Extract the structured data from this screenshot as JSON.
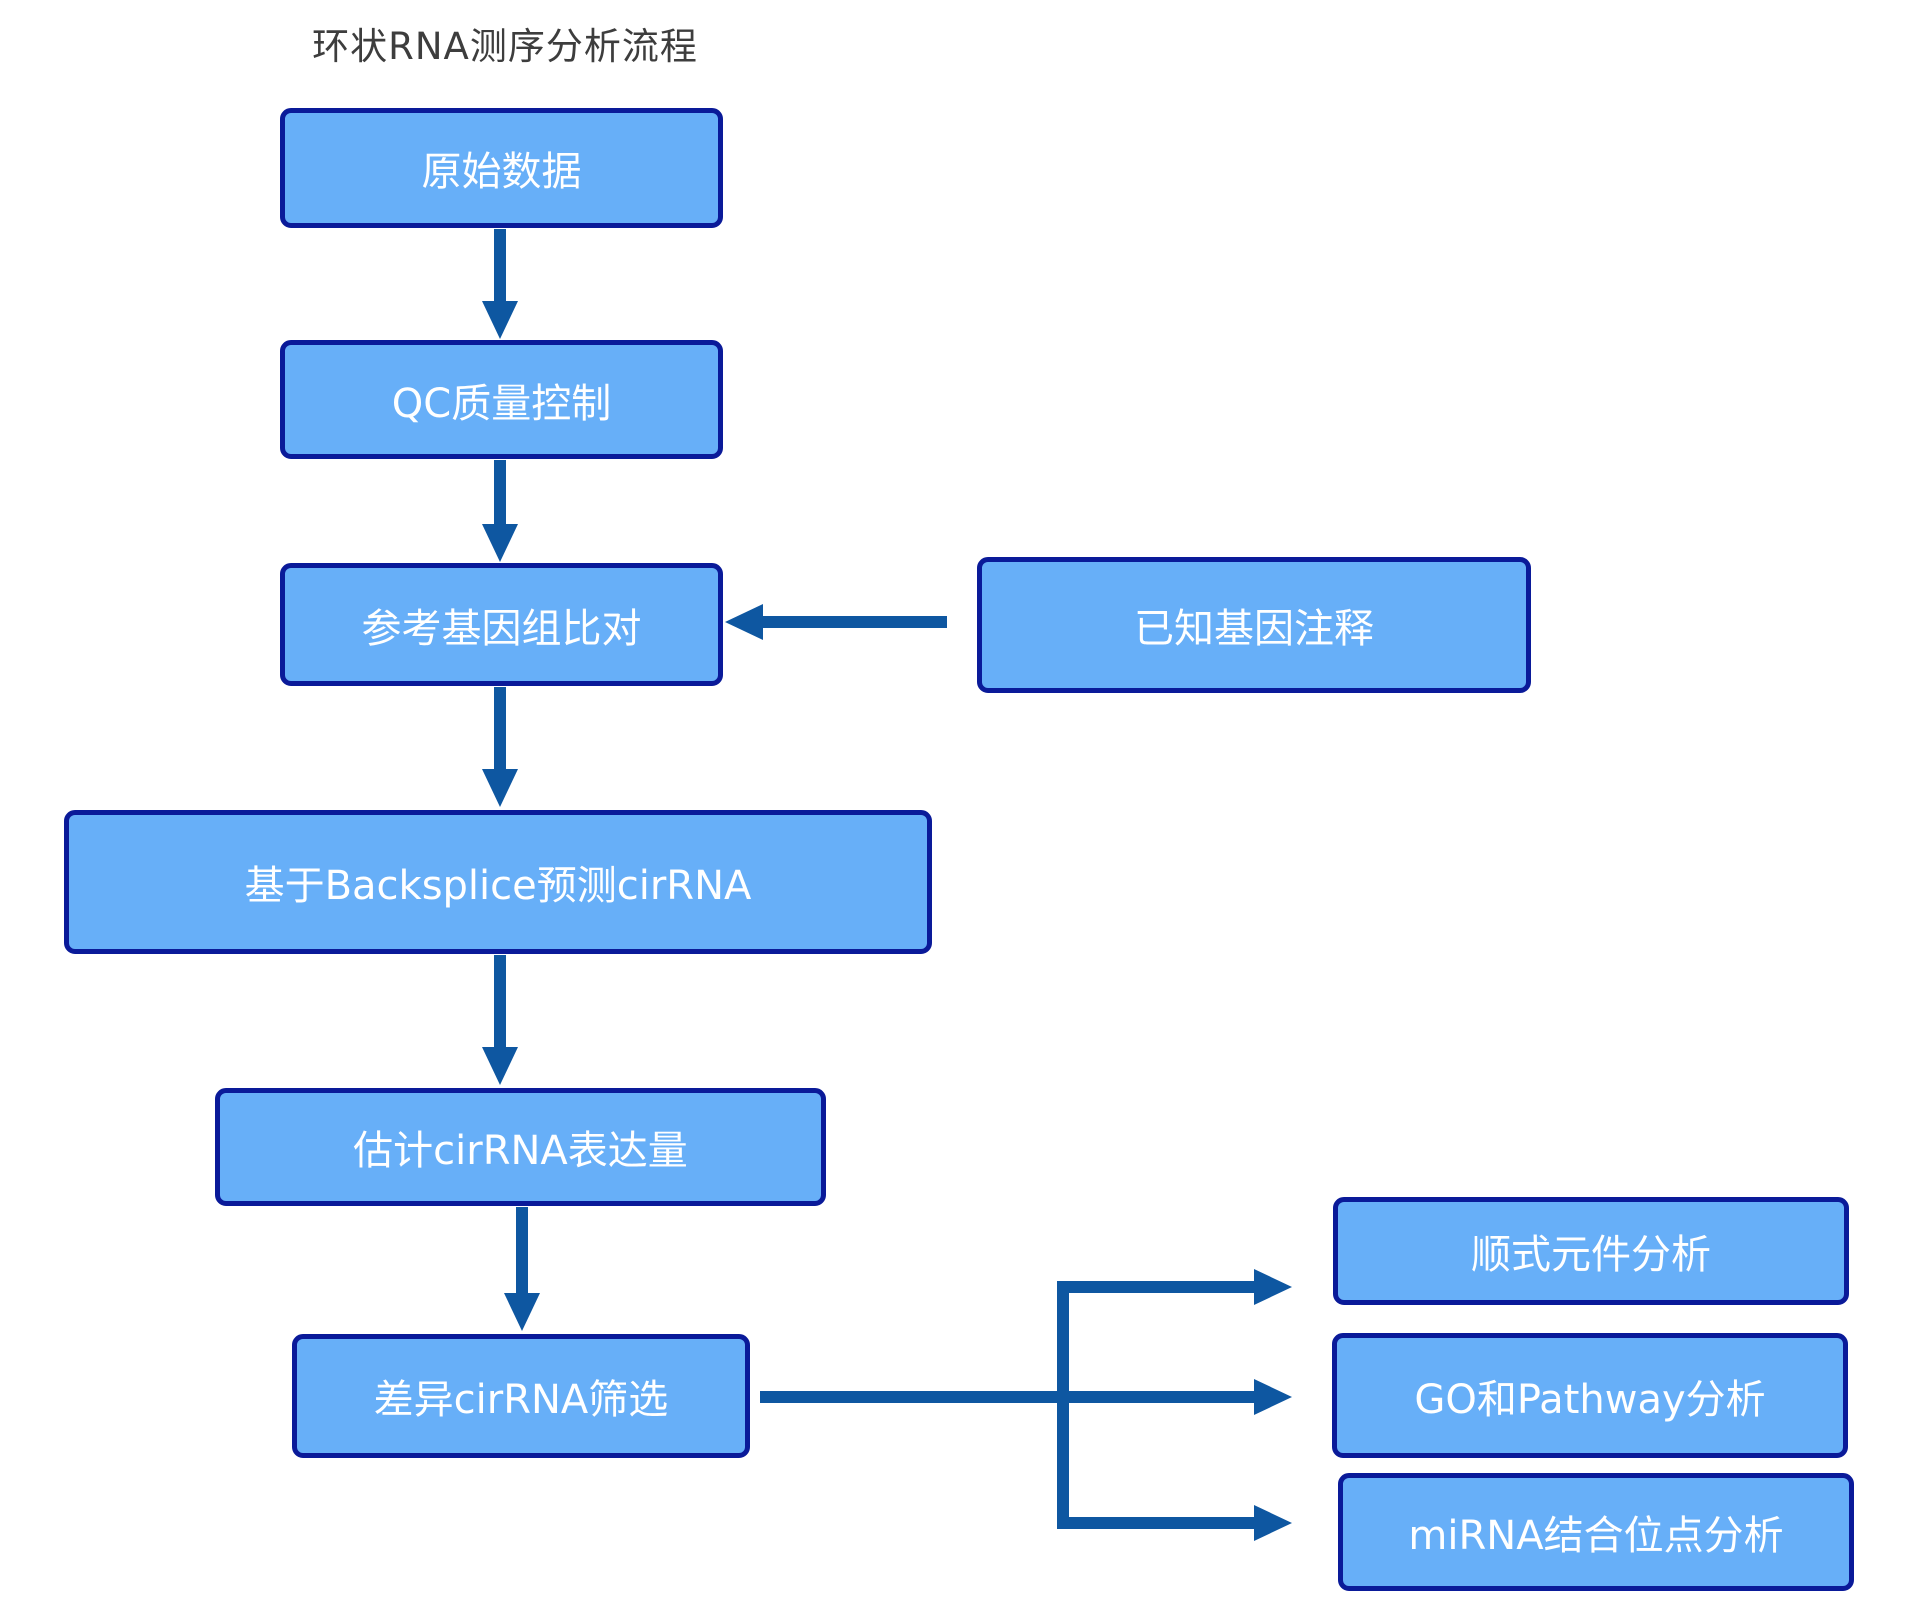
{
  "title": "环状RNA测序分析流程",
  "colors": {
    "background": "#ffffff",
    "box_fill": "#67aff8",
    "box_border": "#0a1a99",
    "box_text": "#ffffff",
    "arrow": "#0e57a1",
    "title_text": "#3d3d3d"
  },
  "nodes": [
    {
      "id": "raw-data",
      "label": "原始数据"
    },
    {
      "id": "qc",
      "label": "QC质量控制"
    },
    {
      "id": "genome-alignment",
      "label": "参考基因组比对"
    },
    {
      "id": "backsplice-prediction",
      "label": "基于Backsplice预测cirRNA"
    },
    {
      "id": "expression-estimation",
      "label": "估计cirRNA表达量"
    },
    {
      "id": "differential-screening",
      "label": "差异cirRNA筛选"
    },
    {
      "id": "known-gene-annotation",
      "label": "已知基因注释"
    },
    {
      "id": "cis-element-analysis",
      "label": "顺式元件分析"
    },
    {
      "id": "go-pathway-analysis",
      "label": "GO和Pathway分析"
    },
    {
      "id": "mirna-binding-analysis",
      "label": "miRNA结合位点分析"
    }
  ],
  "edges": [
    {
      "from": "raw-data",
      "to": "qc"
    },
    {
      "from": "qc",
      "to": "genome-alignment"
    },
    {
      "from": "genome-alignment",
      "to": "backsplice-prediction"
    },
    {
      "from": "backsplice-prediction",
      "to": "expression-estimation"
    },
    {
      "from": "expression-estimation",
      "to": "differential-screening"
    },
    {
      "from": "known-gene-annotation",
      "to": "genome-alignment"
    },
    {
      "from": "differential-screening",
      "to": "cis-element-analysis"
    },
    {
      "from": "differential-screening",
      "to": "go-pathway-analysis"
    },
    {
      "from": "differential-screening",
      "to": "mirna-binding-analysis"
    }
  ]
}
